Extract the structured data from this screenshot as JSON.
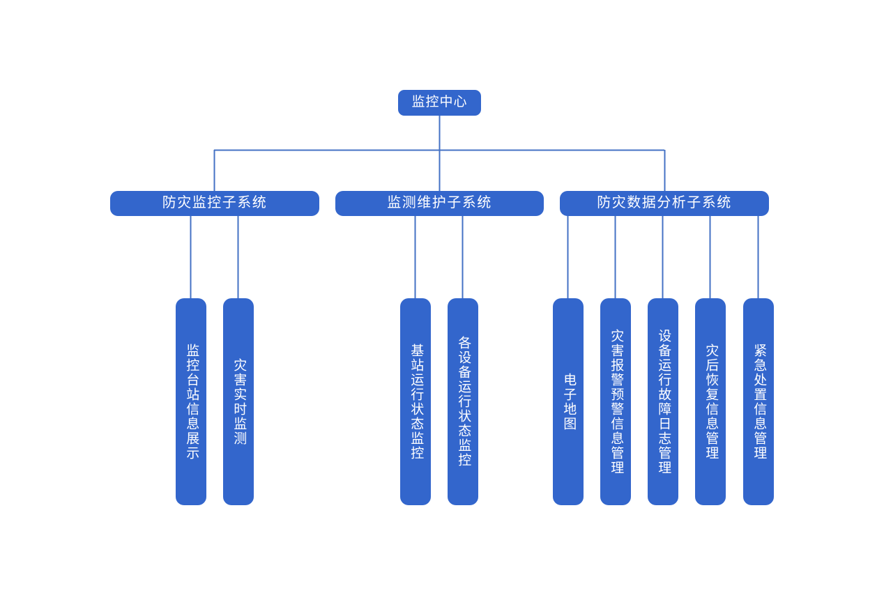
{
  "diagram": {
    "type": "organizational-hierarchy-tree",
    "orientation": "top-down",
    "background_color": "#ffffff",
    "node_fill_color": "#3366cc",
    "node_text_color": "#ffffff",
    "connector_color": "#4472c4"
  },
  "root": {
    "label": "监控中心"
  },
  "subsystems": [
    {
      "label": "防灾监控子系统",
      "leaves": [
        {
          "label": "监控台站信息展示"
        },
        {
          "label": "灾害实时监测"
        }
      ]
    },
    {
      "label": "监测维护子系统",
      "leaves": [
        {
          "label": "基站运行状态监控"
        },
        {
          "label": "各设备运行状态监控"
        }
      ]
    },
    {
      "label": "防灾数据分析子系统",
      "leaves": [
        {
          "label": "电子地图"
        },
        {
          "label": "灾害报警预警信息管理"
        },
        {
          "label": "设备运行故障日志管理"
        },
        {
          "label": "灾后恢复信息管理"
        },
        {
          "label": "紧急处置信息管理"
        }
      ]
    }
  ]
}
